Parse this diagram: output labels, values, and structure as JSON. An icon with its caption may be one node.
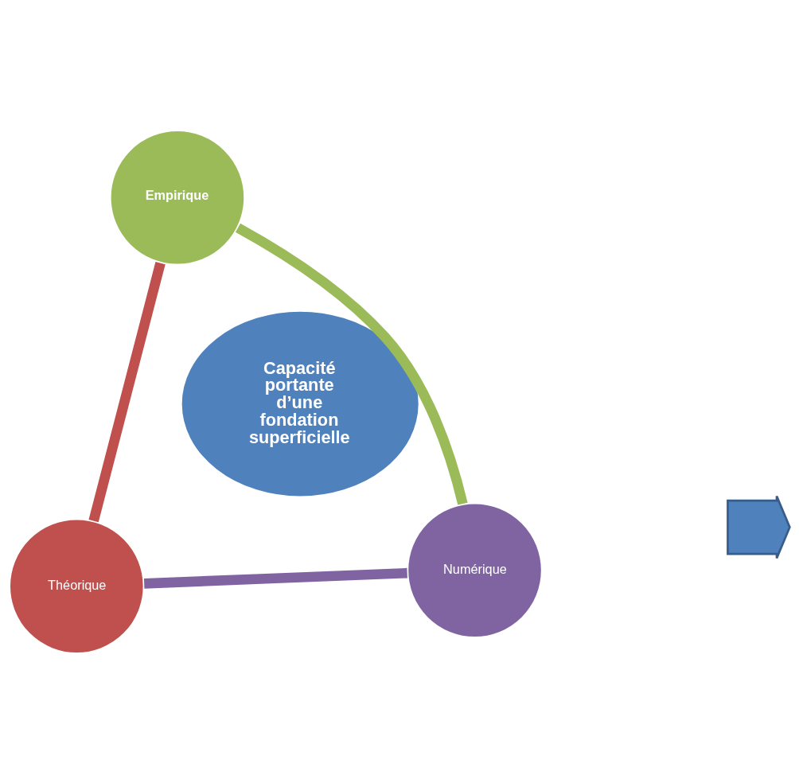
{
  "diagram": {
    "nodes": [
      {
        "text": [
          "Théorique"
        ]
      },
      {
        "text": [
          "Capacité portante d’une fondation superficielle"
        ]
      },
      {
        "text": [
          "Numérique"
        ]
      },
      {
        "text": [
          "Empirique"
        ]
      },
      {
        "text": [],
        "shape": "arrow"
      }
    ],
    "edges": [
      {
        "from": 0,
        "to": 3,
        "arrow": "none",
        "color": "#c0504d"
      },
      {
        "from": 3,
        "to": 2,
        "arrow": "none",
        "color": "#9bbb59"
      },
      {
        "from": 2,
        "to": 0,
        "arrow": "none",
        "color": "#8064a2"
      }
    ]
  }
}
